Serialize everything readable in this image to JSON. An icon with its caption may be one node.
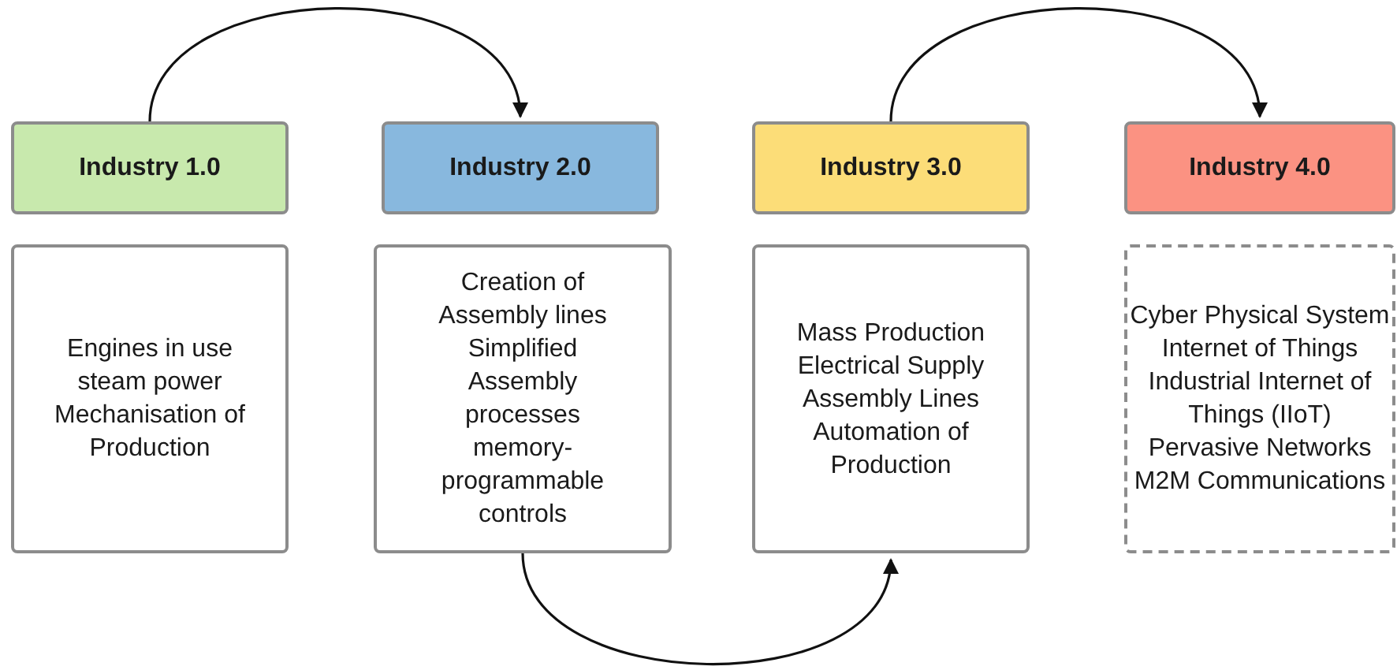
{
  "diagram": {
    "nodes": [
      {
        "text": [
          "Industry 1.0"
        ]
      },
      {
        "text": [
          "Industry 2.0"
        ]
      },
      {
        "text": [
          "Industry 3.0"
        ]
      },
      {
        "text": [
          "Industry 4.0"
        ]
      },
      {
        "text": [
          "Engines in use",
          "steam power",
          "Mechanisation of Production"
        ]
      },
      {
        "text": [
          "Creation of Assembly lines",
          "Simplified Assembly processes",
          "memory-programmable controls"
        ]
      },
      {
        "text": [
          "Mass Production",
          "Electrical Supply",
          "Assembly Lines",
          "Automation of Production"
        ]
      },
      {
        "text": [
          "Cyber Physical System",
          "Internet of Things",
          "Industrial Internet of Things (IIoT)",
          "Pervasive Networks",
          "M2M Communications"
        ]
      }
    ],
    "edges": [
      {
        "from": 0,
        "to": 1,
        "arrow": "to"
      },
      {
        "from": 5,
        "to": 6,
        "arrow": "to"
      },
      {
        "from": 2,
        "to": 3,
        "arrow": "to"
      }
    ]
  }
}
